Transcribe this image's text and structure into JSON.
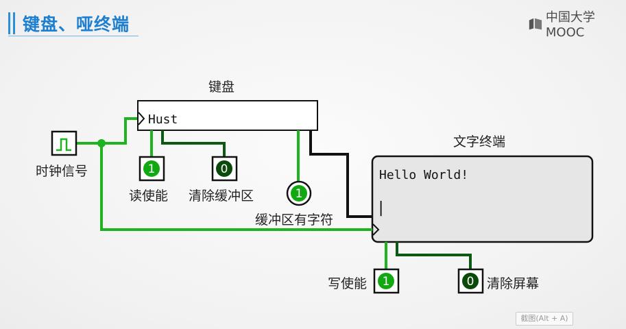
{
  "header": {
    "title": "键盘、哑终端",
    "logo": "中国大学MOOC"
  },
  "diagram": {
    "keyboard_label": "键盘",
    "keyboard_content": "Hust",
    "terminal_label": "文字终端",
    "terminal_text": "Hello World!",
    "terminal_cursor": "|",
    "clock_label": "时钟信号",
    "read_enable_label": "读使能",
    "read_enable_value": "1",
    "clear_buffer_label": "清除缓冲区",
    "clear_buffer_value": "0",
    "buffer_has_char_label": "缓冲区有字符",
    "buffer_has_char_value": "1",
    "write_enable_label": "写使能",
    "write_enable_value": "1",
    "clear_screen_label": "清除屏幕",
    "clear_screen_value": "0"
  },
  "overlay": {
    "screenshot_hint": "截图(Alt + A)"
  },
  "colors": {
    "wire_active": "#1fb31f",
    "wire_inactive": "#0b5a14",
    "wire_data": "#111111",
    "pin_one": "#11a811",
    "pin_zero": "#0a4a0a",
    "title": "#1e7fd0"
  }
}
